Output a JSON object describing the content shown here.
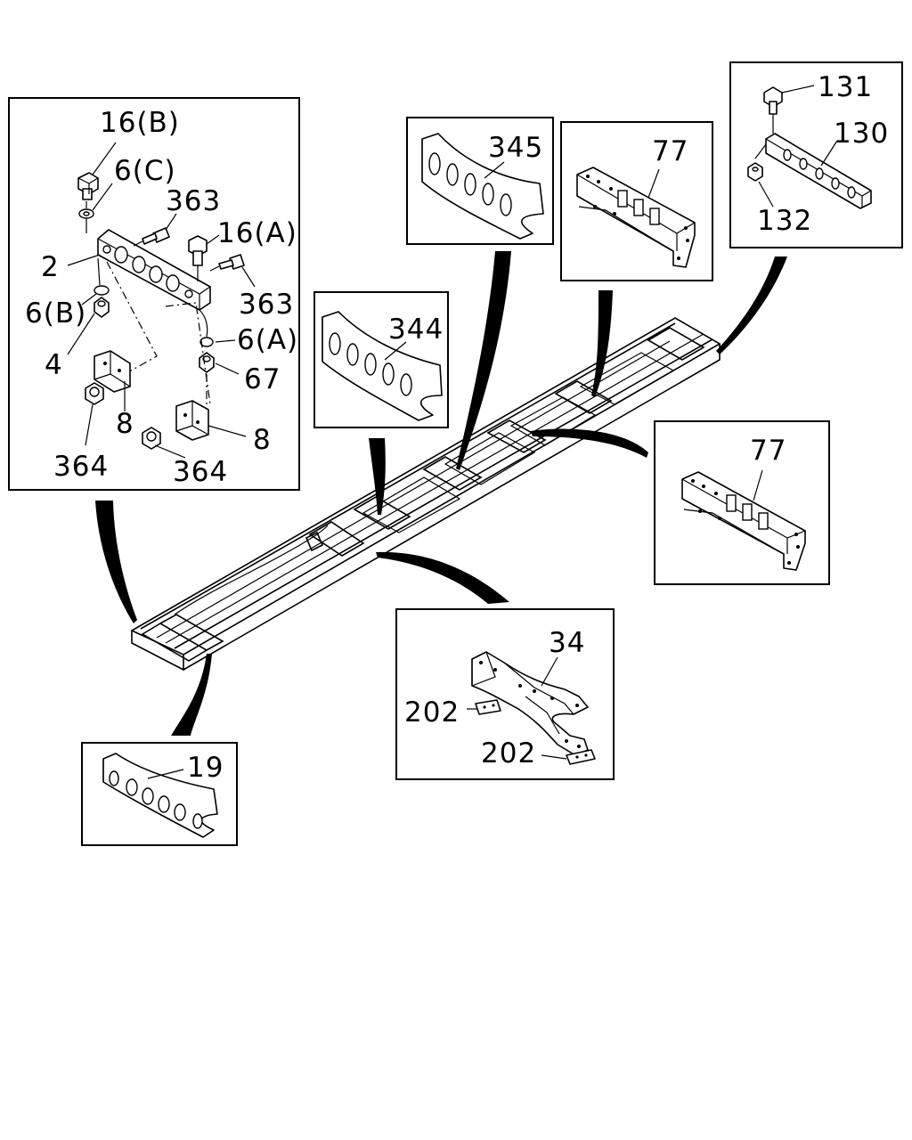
{
  "callouts": {
    "top_left": {
      "bolt_16b": "16(B)",
      "washer_6c": "6(C)",
      "bolt_363_top": "363",
      "bolt_16a": "16(A)",
      "part_2": "2",
      "bolt_363_right": "363",
      "washer_6b": "6(B)",
      "washer_6a": "6(A)",
      "nut_4": "4",
      "nut_67": "67",
      "bracket_8_left": "8",
      "bracket_8_right": "8",
      "nut_364_left": "364",
      "nut_364_right": "364"
    },
    "crossmember_345": "345",
    "crossmember_77_top": "77",
    "top_right": {
      "bolt_131": "131",
      "crossmember_130": "130",
      "nut_132": "132"
    },
    "crossmember_344": "344",
    "crossmember_77_right": "77",
    "bottom_center": {
      "crossmember_34": "34",
      "plate_202_left": "202",
      "plate_202_right": "202"
    },
    "crossmember_19": "19"
  }
}
